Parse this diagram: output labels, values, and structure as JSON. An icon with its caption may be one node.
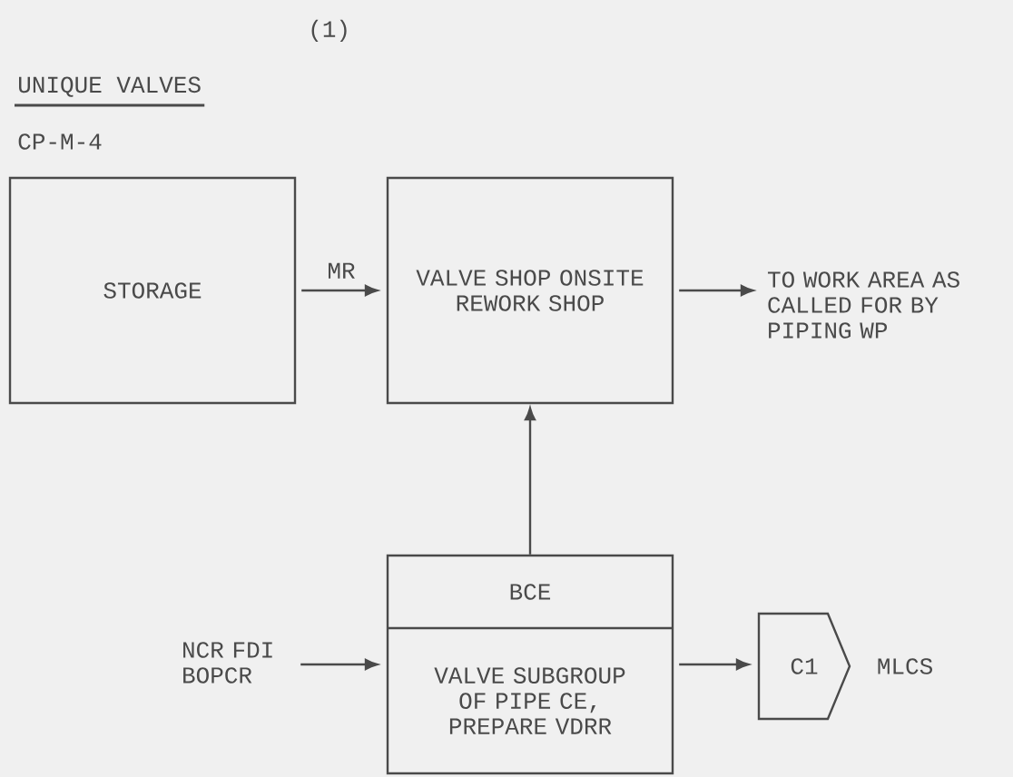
{
  "diagram": {
    "title": "UNIQUE VALVES",
    "nodes": [
      {
        "text": [
          "STORAGE"
        ]
      },
      {
        "text": [
          "VALVE SHOP ONSITE REWORK SHOP"
        ]
      },
      {
        "text": [
          "TO WORK AREA AS CALLED FOR BY PIPING WP"
        ]
      },
      {
        "text": [
          "BCE",
          "VALVE SUBGROUP OF PIPE CE, PREPARE VDRR"
        ]
      },
      {
        "text": [
          "NCR FDI BOPCR"
        ]
      },
      {
        "text": [
          "C1"
        ],
        "beside": [
          "MLCS"
        ]
      }
    ],
    "edges": [
      {
        "from": 0,
        "to": 1,
        "arrow": "to",
        "label": "MR"
      },
      {
        "from": 1,
        "to": 2,
        "arrow": "to"
      },
      {
        "from": 3,
        "to": 1,
        "arrow": "to"
      },
      {
        "from": 4,
        "to": 3,
        "arrow": "to"
      },
      {
        "from": 3,
        "to": 5,
        "arrow": "to"
      }
    ],
    "labels": [
      "(1)",
      "CP-M-4"
    ]
  }
}
